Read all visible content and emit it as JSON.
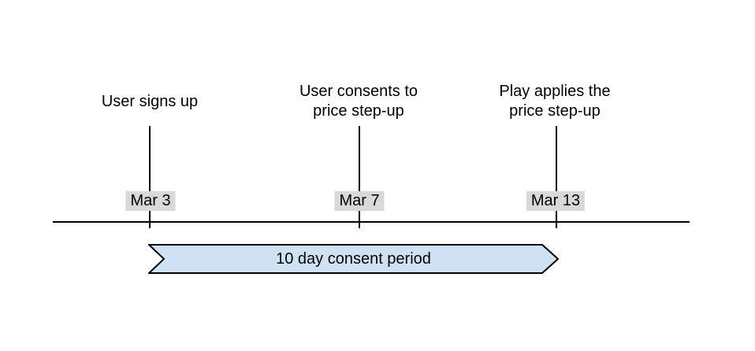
{
  "diagram": {
    "events": [
      {
        "label": "User signs up",
        "date": "Mar 3"
      },
      {
        "label": "User consents to\nprice step-up",
        "date": "Mar 7"
      },
      {
        "label": "Play applies the\nprice step-up",
        "date": "Mar 13"
      }
    ],
    "banner": {
      "label": "10 day consent period"
    },
    "colors": {
      "banner_fill": "#cfe2f3",
      "banner_stroke": "#000000",
      "date_badge_bg": "#d9d9d9",
      "line": "#000000",
      "text": "#000000"
    }
  }
}
